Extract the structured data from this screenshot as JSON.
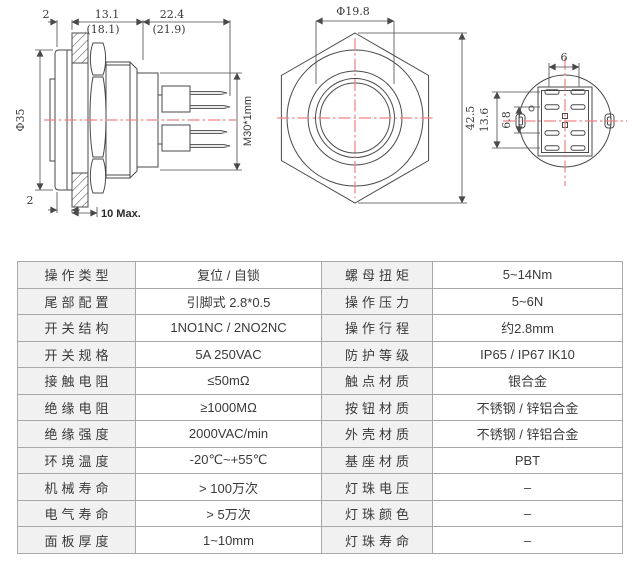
{
  "drawing": {
    "side_view": {
      "dim_2_top": "2",
      "dim_13_1": "13.1",
      "dim_18_1": "(18.1)",
      "dim_22_4": "22.4",
      "dim_21_9": "(21.9)",
      "dim_phi35": "Φ35",
      "dim_2_bottom": "2",
      "dim_10max": "10 Max.",
      "dim_m30": "M30*1mm"
    },
    "front_view": {
      "dim_phi19_8": "Φ19.8",
      "dim_42_5": "42.5"
    },
    "rear_view": {
      "dim_6": "6",
      "dim_13_6": "13.6",
      "dim_6_8": "6.8"
    }
  },
  "colors": {
    "line": "#4a4a4a",
    "centerline": "#ef8383",
    "table_border": "#a8a8a8",
    "label_cell_bg": "#f1f1f1"
  },
  "spec_table": {
    "rows": [
      {
        "c0": "操作类型",
        "c1": "复位 / 自锁",
        "c2": "螺母扭矩",
        "c3": "5~14Nm"
      },
      {
        "c0": "尾部配置",
        "c1": "引脚式 2.8*0.5",
        "c2": "操作压力",
        "c3": "5~6N"
      },
      {
        "c0": "开关结构",
        "c1": "1NO1NC / 2NO2NC",
        "c2": "操作行程",
        "c3": "约2.8mm"
      },
      {
        "c0": "开关规格",
        "c1": "5A 250VAC",
        "c2": "防护等级",
        "c3": "IP65 / IP67  IK10"
      },
      {
        "c0": "接触电阻",
        "c1": "≤50mΩ",
        "c2": "触点材质",
        "c3": "银合金"
      },
      {
        "c0": "绝缘电阻",
        "c1": "≥1000MΩ",
        "c2": "按钮材质",
        "c3": "不锈钢 / 锌铝合金"
      },
      {
        "c0": "绝缘强度",
        "c1": "2000VAC/min",
        "c2": "外壳材质",
        "c3": "不锈钢 / 锌铝合金"
      },
      {
        "c0": "环境温度",
        "c1": "-20℃~+55℃",
        "c2": "基座材质",
        "c3": "PBT"
      },
      {
        "c0": "机械寿命",
        "c1": "> 100万次",
        "c2": "灯珠电压",
        "c3": "–"
      },
      {
        "c0": "电气寿命",
        "c1": "> 5万次",
        "c2": "灯珠颜色",
        "c3": "–"
      },
      {
        "c0": "面板厚度",
        "c1": "1~10mm",
        "c2": "灯珠寿命",
        "c3": "–"
      }
    ]
  }
}
